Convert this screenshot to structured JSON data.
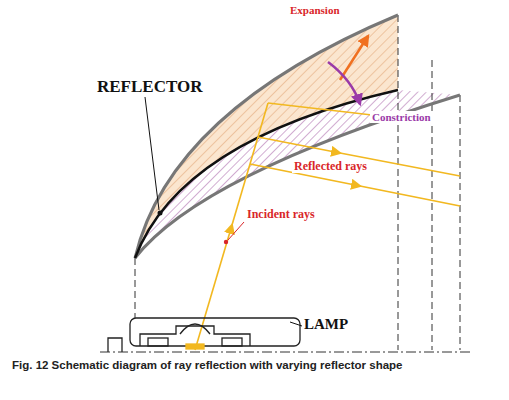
{
  "diagram": {
    "caption": "Fig. 12   Schematic diagram of ray reflection with varying reflector shape",
    "labels": [
      "Expansion",
      "REFLECTOR",
      "Constriction",
      "Reflected rays",
      "Incident rays",
      "LAMP"
    ]
  }
}
